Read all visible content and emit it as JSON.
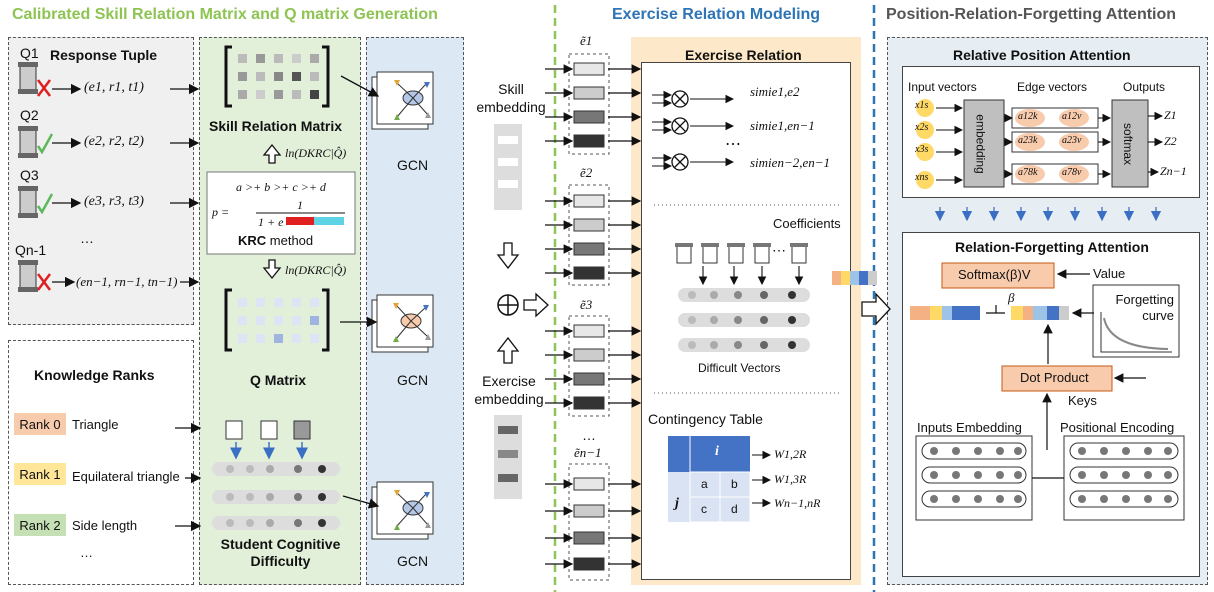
{
  "colors": {
    "green_title": "#8dc453",
    "blue_title": "#2e75b6",
    "gray_title": "#555555",
    "green_bg": "#e2efd9",
    "blue_bg": "#dce9f5",
    "panel_gray": "#f0f0f0",
    "exercise_bg": "#fde9c9",
    "pos_bg": "#e6eef3",
    "rank0": "#f8cbad",
    "rank1": "#ffe699",
    "rank2": "#c5e0b4",
    "salmon": "#f8cbad",
    "cell_blue": "#4472c4"
  },
  "titles": {
    "left": "Calibrated Skill Relation Matrix and Q matrix Generation",
    "middle": "Exercise Relation Modeling",
    "right": "Position-Relation-Forgetting Attention"
  },
  "response": {
    "title": "Response Tuple",
    "items": [
      {
        "q": "Q1",
        "tuple": "(e1, r1, t1)",
        "mark": "cross-icon"
      },
      {
        "q": "Q2",
        "tuple": "(e2, r2, t2)",
        "mark": "check-icon"
      },
      {
        "q": "Q3",
        "tuple": "(e3, r3, t3)",
        "mark": "check-icon"
      },
      {
        "q": "Qn-1",
        "tuple": "(en−1, rn−1, tn−1)",
        "mark": "cross-icon"
      }
    ],
    "ellipsis": "…"
  },
  "knowledge": {
    "title": "Knowledge Ranks",
    "ranks": [
      {
        "badge": "Rank 0",
        "label": "Triangle"
      },
      {
        "badge": "Rank 1",
        "label": "Equilateral triangle"
      },
      {
        "badge": "Rank 2",
        "label": "Side length"
      }
    ],
    "ellipsis": "…"
  },
  "green_col": {
    "skill_matrix": "Skill Relation Matrix",
    "ln_top": "ln(DKRC|Q̂)",
    "krc_order": "a >+ b >+ c >+ d",
    "krc_formula_num": "1",
    "krc_formula_lhs": "p =",
    "krc_formula_den": "1 + e",
    "krc_method_bold": "KRC",
    "krc_method_rest": " method",
    "ln_bottom": "ln(DKRC|Q̂)",
    "q_matrix": "Q Matrix",
    "student": "Student Cognitive Difficulty"
  },
  "gcn": {
    "labels": [
      "GCN",
      "GCN",
      "GCN"
    ]
  },
  "embed": {
    "skill": "Skill embedding",
    "exercise": "Exercise embedding"
  },
  "etilde": [
    "ẽ1",
    "ẽ2",
    "ẽ3",
    "ẽn−1"
  ],
  "etilde_dots": "…",
  "exercise_relation": {
    "title": "Exercise Relation",
    "simi": [
      "simie1,e2",
      "simie1,en−1",
      "simien−2,en−1"
    ],
    "dots": "⋯",
    "coefficients": "Coefficients",
    "difficult_vectors": "Difficult Vectors",
    "contingency_title": "Contingency Table",
    "ct_i": "i",
    "ct_j": "j",
    "ct_cells": [
      "a",
      "b",
      "c",
      "d"
    ],
    "w": [
      "W1,2R",
      "W1,3R",
      "Wn−1,nR"
    ]
  },
  "rpa": {
    "title": "Relative Position Attention",
    "input_vectors": "Input vectors",
    "edge_vectors": "Edge vectors",
    "outputs": "Outputs",
    "embedding": "embedding",
    "softmax": "softmax",
    "inputs": [
      "x1s",
      "x2s",
      "x3s",
      "xns"
    ],
    "edges": [
      [
        "a12k",
        "a12v"
      ],
      [
        "a23k",
        "a23v"
      ],
      [
        "a78k",
        "a78v"
      ]
    ],
    "z": [
      "Z1",
      "Z2",
      "Zn−1"
    ]
  },
  "rfa": {
    "title": "Relation-Forgetting Attention",
    "softmax_v": "Softmax(β)V",
    "value": "Value",
    "beta": "β",
    "forgetting": "Forgetting curve",
    "dot_product": "Dot Product",
    "keys": "Keys",
    "inputs_embedding": "Inputs Embedding",
    "positional_encoding": "Positional Encoding"
  }
}
